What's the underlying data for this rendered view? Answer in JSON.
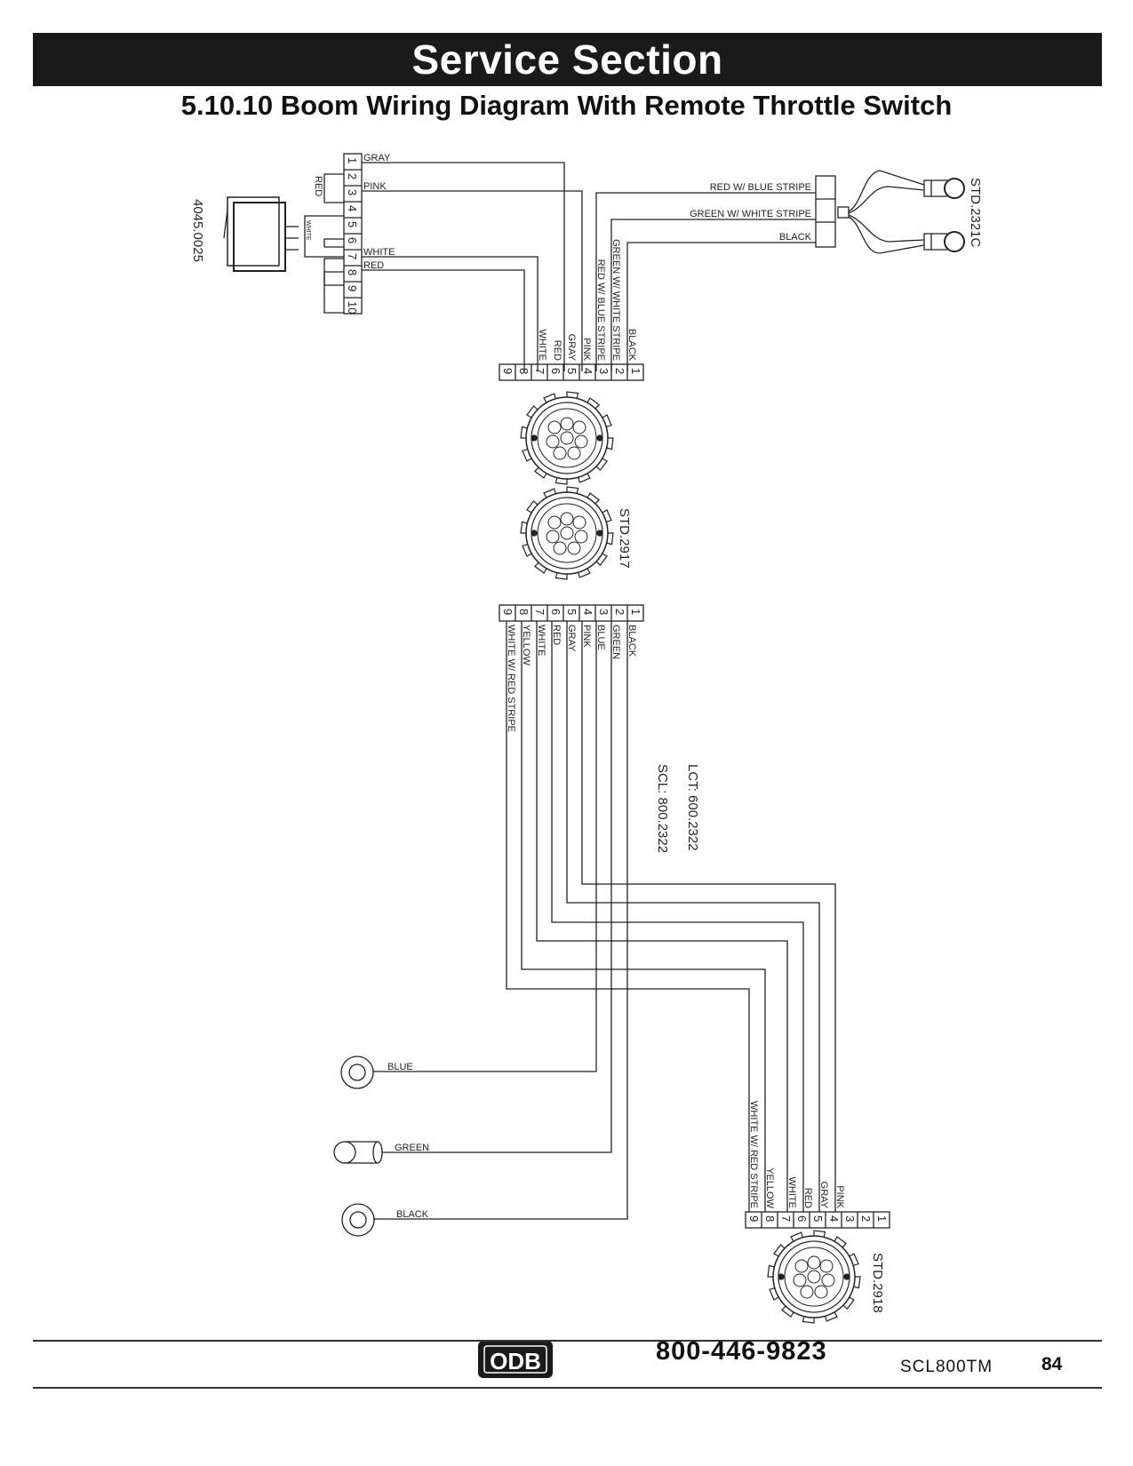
{
  "header": {
    "title": "Service Section"
  },
  "section_title": "5.10.10 Boom Wiring Diagram With Remote Throttle Switch",
  "switch": {
    "part_number": "4045.0025",
    "label_red": "RED",
    "label_white": "WHITE",
    "pins": [
      "1",
      "2",
      "3",
      "4",
      "5",
      "6",
      "7",
      "8",
      "9",
      "10"
    ],
    "wire_gray": "GRAY",
    "wire_pink": "PINK",
    "wire_white": "WHITE",
    "wire_red": "RED"
  },
  "sensor_std2321c": {
    "part_number": "STD.2321C",
    "wire_red_blue": "RED W/ BLUE STRIPE",
    "wire_green_white": "GREEN W/ WHITE STRIPE",
    "wire_black": "BLACK"
  },
  "upper_terminal": {
    "pins": [
      "9",
      "8",
      "7",
      "6",
      "5",
      "4",
      "3",
      "2",
      "1"
    ],
    "labels": [
      "BLACK",
      "GREEN W/ WHITE STRIPE",
      "RED W/ BLUE STRIPE",
      "PINK",
      "GRAY",
      "RED",
      "WHITE"
    ]
  },
  "connector_std2917": {
    "part_number": "STD.2917"
  },
  "middle_terminal": {
    "pins": [
      "9",
      "8",
      "7",
      "6",
      "5",
      "4",
      "3",
      "2",
      "1"
    ],
    "labels": [
      "BLACK",
      "GREEN",
      "BLUE",
      "PINK",
      "GRAY",
      "RED",
      "WHITE",
      "YELLOW",
      "WHITE W/ RED STRIPE"
    ]
  },
  "harness_numbers": {
    "lct": "LCT: 600.2322",
    "scl": "SCL: 800.2322"
  },
  "ring_terminals": {
    "blue": "BLUE",
    "green": "GREEN",
    "black": "BLACK"
  },
  "lower_terminal": {
    "pins": [
      "9",
      "8",
      "7",
      "6",
      "5",
      "4",
      "3",
      "2",
      "1"
    ],
    "labels": [
      "PINK",
      "GRAY",
      "RED",
      "WHITE",
      "YELLOW",
      "WHITE W/ RED STRIPE"
    ]
  },
  "connector_std2918": {
    "part_number": "STD.2918"
  },
  "footer": {
    "phone": "800-446-9823",
    "doc_id": "SCL800TM",
    "page": "84",
    "logo_text": "ODB"
  }
}
